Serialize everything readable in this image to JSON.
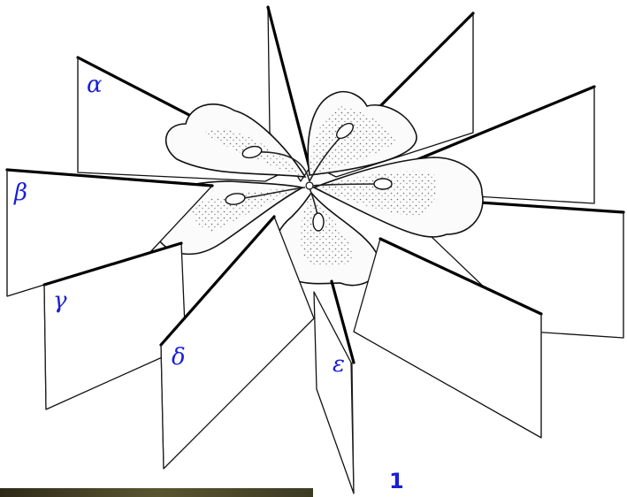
{
  "plane_labels": {
    "alpha": "α",
    "beta": "β",
    "gamma": "γ",
    "delta": "δ",
    "epsilon": "ε"
  },
  "figure_number": "1",
  "colors": {
    "label": "#1a1fd6",
    "line": "#111111",
    "photo_strip": "#4a4a28"
  }
}
